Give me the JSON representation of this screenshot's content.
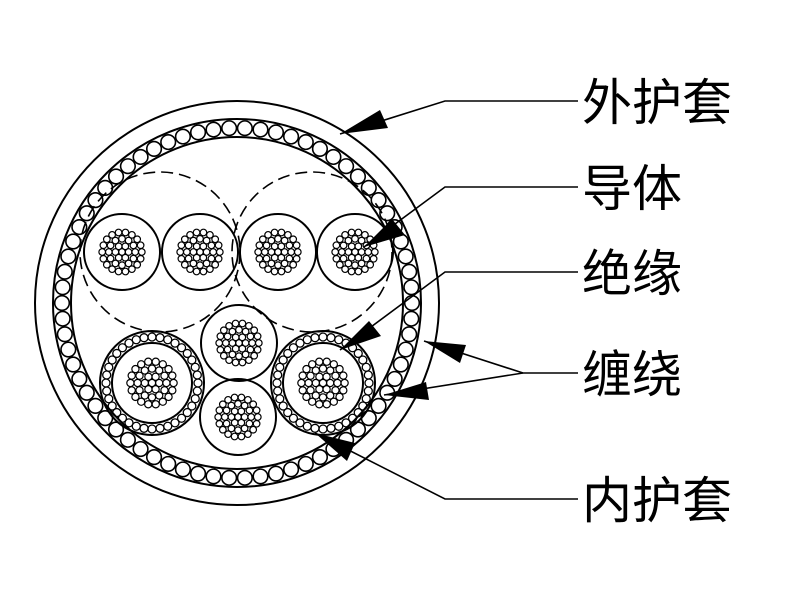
{
  "labels": {
    "outer_sheath": "外护套",
    "conductor": "导体",
    "insulation": "绝缘",
    "wrapping": "缠绕",
    "inner_sheath": "内护套"
  },
  "colors": {
    "line": "#000000",
    "background": "#ffffff"
  }
}
